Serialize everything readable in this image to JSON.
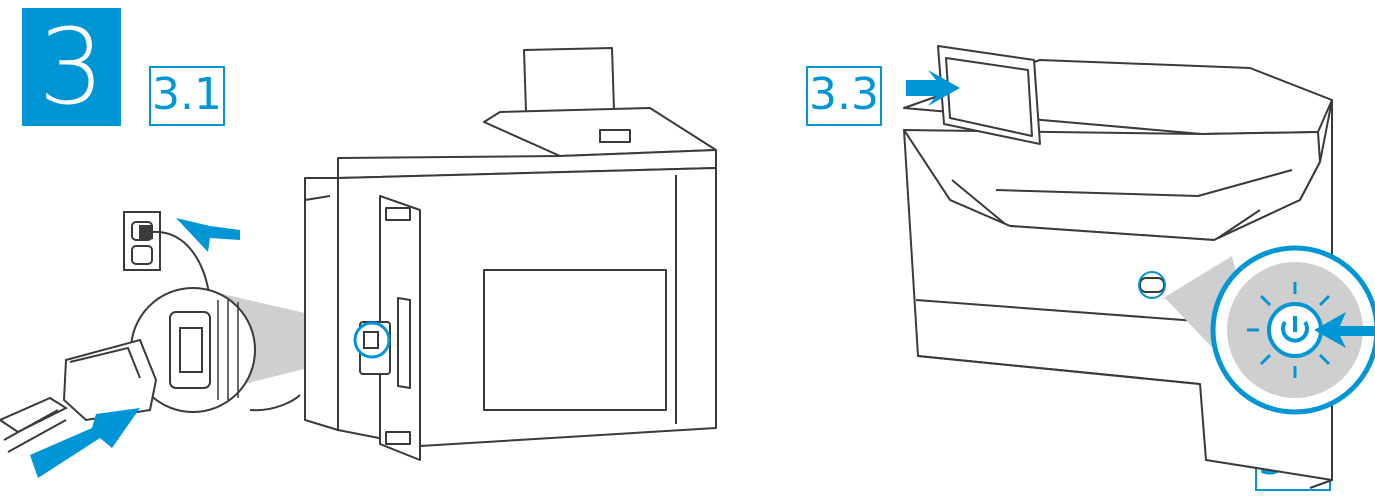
{
  "step": {
    "number": "3"
  },
  "substeps": {
    "s31": "3.1",
    "s32": "3.2",
    "s33": "3.3"
  },
  "colors": {
    "accent": "#0096d6",
    "line": "#3a3a3a",
    "callout": "#cfcfcf"
  },
  "icons": [
    "power-cord-icon",
    "wall-outlet-icon",
    "power-button-icon",
    "arrow-icon"
  ]
}
